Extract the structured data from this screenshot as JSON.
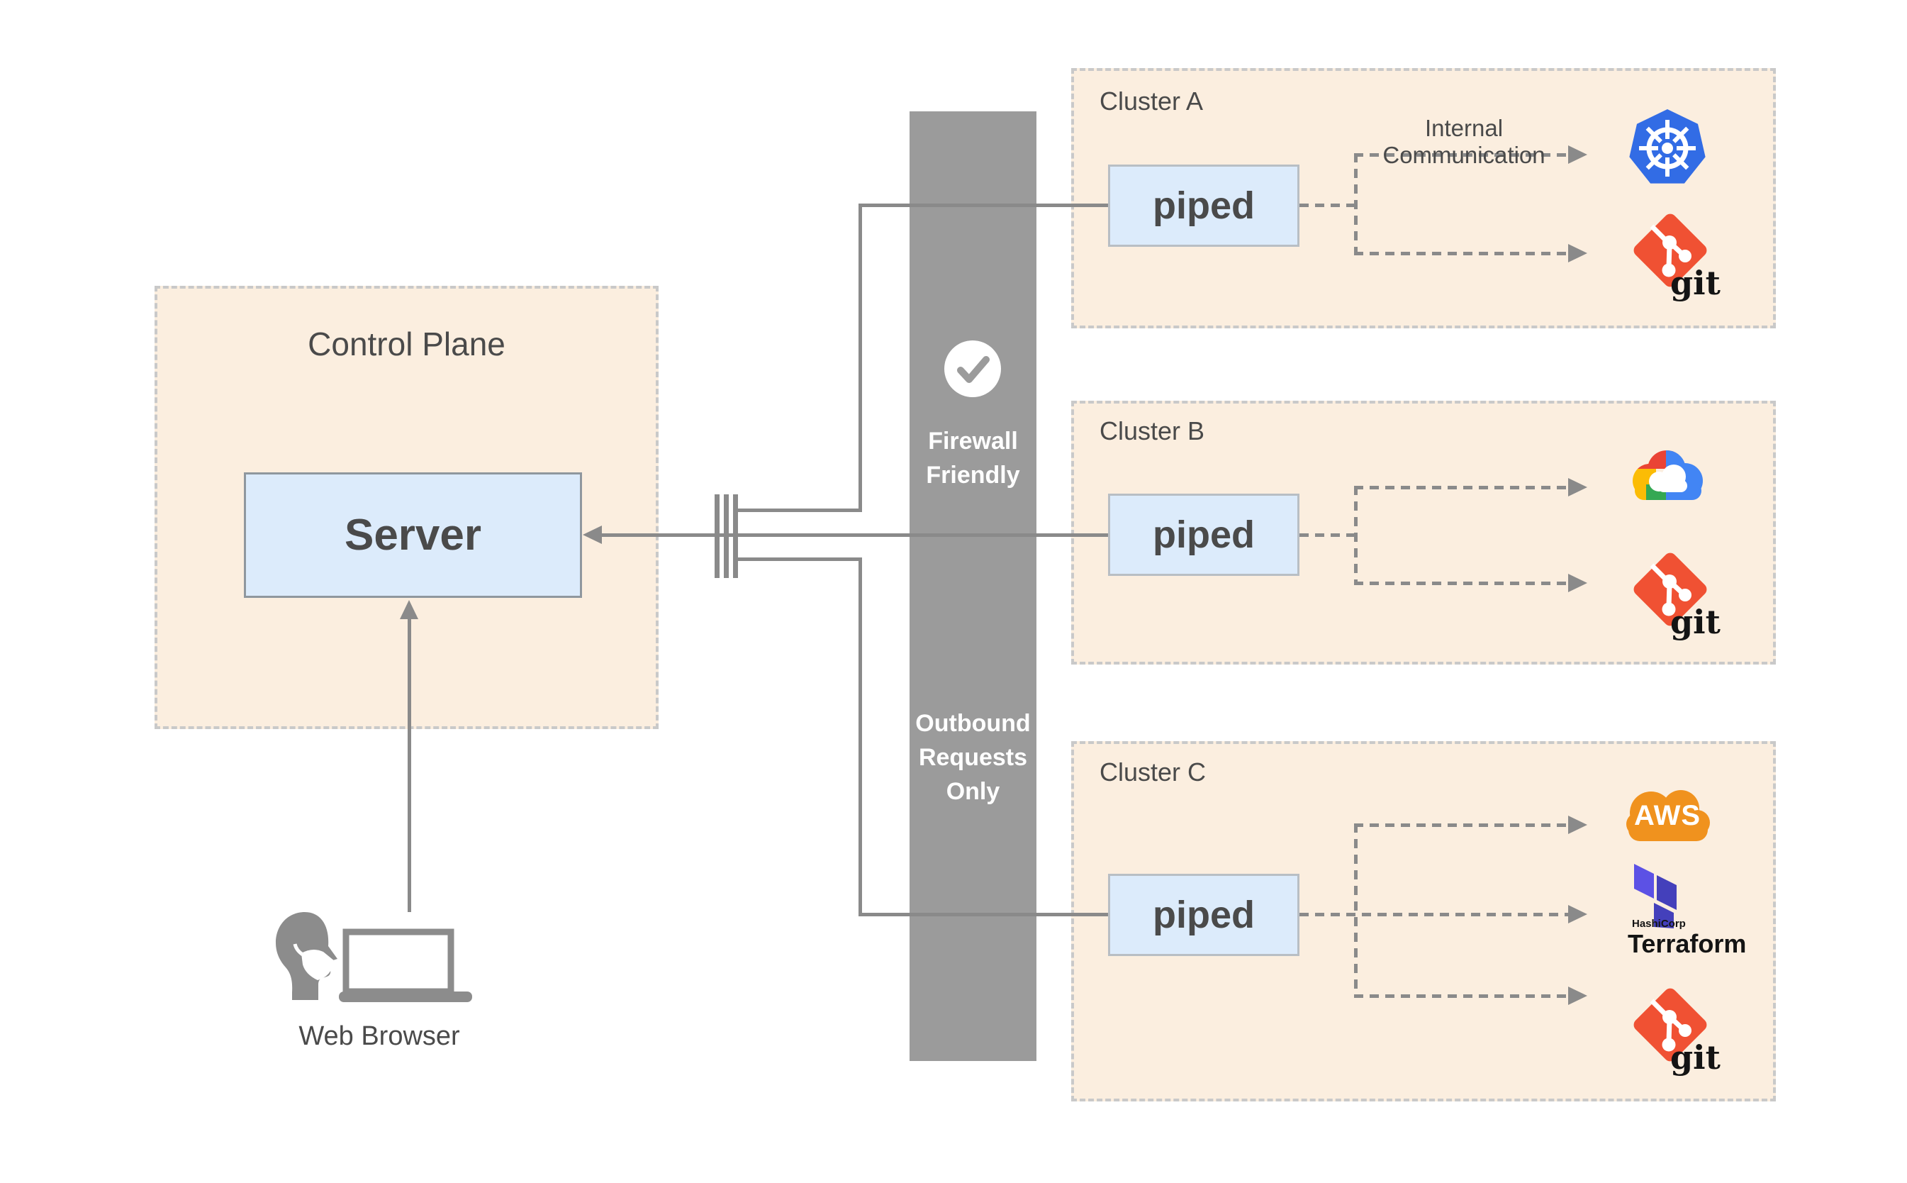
{
  "control_plane": {
    "title": "Control Plane",
    "server_label": "Server"
  },
  "web_browser": {
    "label": "Web Browser"
  },
  "firewall_column": {
    "check_icon": "check-circle",
    "labels_top": [
      "Firewall",
      "Friendly"
    ],
    "labels_bottom": [
      "Outbound",
      "Requests",
      "Only"
    ]
  },
  "clusters": [
    {
      "name": "Cluster A",
      "piped_label": "piped",
      "annotation": "Internal Communication",
      "targets": [
        {
          "icon": "kubernetes-icon"
        },
        {
          "icon": "git-icon",
          "label": "git"
        }
      ]
    },
    {
      "name": "Cluster B",
      "piped_label": "piped",
      "targets": [
        {
          "icon": "google-cloud-icon"
        },
        {
          "icon": "git-icon",
          "label": "git"
        }
      ]
    },
    {
      "name": "Cluster C",
      "piped_label": "piped",
      "targets": [
        {
          "icon": "aws-icon",
          "label": "AWS"
        },
        {
          "icon": "terraform-icon",
          "brand": "HashiCorp",
          "label": "Terraform"
        },
        {
          "icon": "git-icon",
          "label": "git"
        }
      ]
    }
  ],
  "colors": {
    "zone_fill": "#FBEEDF",
    "zone_border": "#C9C9C9",
    "box_fill": "#DCEBFB",
    "box_border": "#8F979E",
    "line_gray": "#8A8A8A",
    "firewall_gray": "#9B9B9B",
    "text_dark": "#4A4A4A",
    "kubernetes_blue": "#326CE5",
    "git_red": "#F05133",
    "gcp_red": "#EA4335",
    "gcp_yellow": "#FBBC05",
    "gcp_green": "#34A853",
    "gcp_blue": "#4285F4",
    "aws_orange": "#F0921E",
    "terraform_light": "#5C51E5",
    "terraform_dark": "#4440BB"
  }
}
